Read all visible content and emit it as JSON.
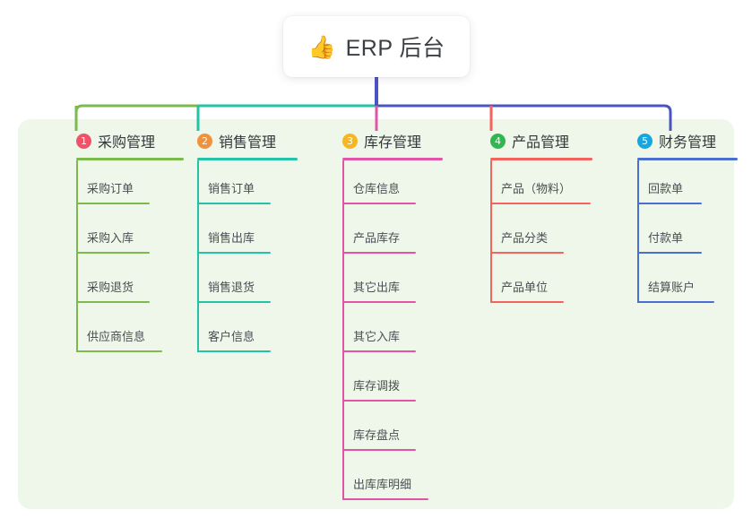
{
  "root": {
    "icon": "thumbs-up-icon",
    "emoji": "👍",
    "title": "ERP 后台"
  },
  "theme": {
    "panel_bg": "#eef7e9",
    "page_bg": "#ffffff",
    "trunk_color": "#4a55c0",
    "text_color": "#33383d",
    "item_text_color": "#4a4f54"
  },
  "columns": [
    {
      "number": "1",
      "title": "采购管理",
      "badge_color": "#f2516a",
      "line_color": "#7cba4e",
      "rule_width": 120,
      "items": [
        {
          "label": "采购订单",
          "rule_width": 82
        },
        {
          "label": "采购入库",
          "rule_width": 82
        },
        {
          "label": "采购退货",
          "rule_width": 82
        },
        {
          "label": "供应商信息",
          "rule_width": 96
        }
      ]
    },
    {
      "number": "2",
      "title": "销售管理",
      "badge_color": "#f0913c",
      "line_color": "#22c3a6",
      "rule_width": 112,
      "items": [
        {
          "label": "销售订单",
          "rule_width": 82
        },
        {
          "label": "销售出库",
          "rule_width": 82
        },
        {
          "label": "销售退货",
          "rule_width": 82
        },
        {
          "label": "客户信息",
          "rule_width": 82
        }
      ]
    },
    {
      "number": "3",
      "title": "库存管理",
      "badge_color": "#f5b724",
      "line_color": "#e255a6",
      "rule_width": 112,
      "items": [
        {
          "label": "仓库信息",
          "rule_width": 82
        },
        {
          "label": "产品库存",
          "rule_width": 82
        },
        {
          "label": "其它出库",
          "rule_width": 82
        },
        {
          "label": "其它入库",
          "rule_width": 82
        },
        {
          "label": "库存调拨",
          "rule_width": 82
        },
        {
          "label": "库存盘点",
          "rule_width": 82
        },
        {
          "label": "出库库明细",
          "rule_width": 96
        }
      ]
    },
    {
      "number": "4",
      "title": "产品管理",
      "badge_color": "#2fb84f",
      "line_color": "#f4645c",
      "rule_width": 114,
      "items": [
        {
          "label": "产品（物料）",
          "rule_width": 112
        },
        {
          "label": "产品分类",
          "rule_width": 82
        },
        {
          "label": "产品单位",
          "rule_width": 82
        }
      ]
    },
    {
      "number": "5",
      "title": "财务管理",
      "badge_color": "#17a7e0",
      "line_color": "#4a6fd0",
      "rule_width": 112,
      "items": [
        {
          "label": "回款单",
          "rule_width": 72
        },
        {
          "label": "付款单",
          "rule_width": 72
        },
        {
          "label": "结算账户",
          "rule_width": 86
        }
      ]
    }
  ]
}
